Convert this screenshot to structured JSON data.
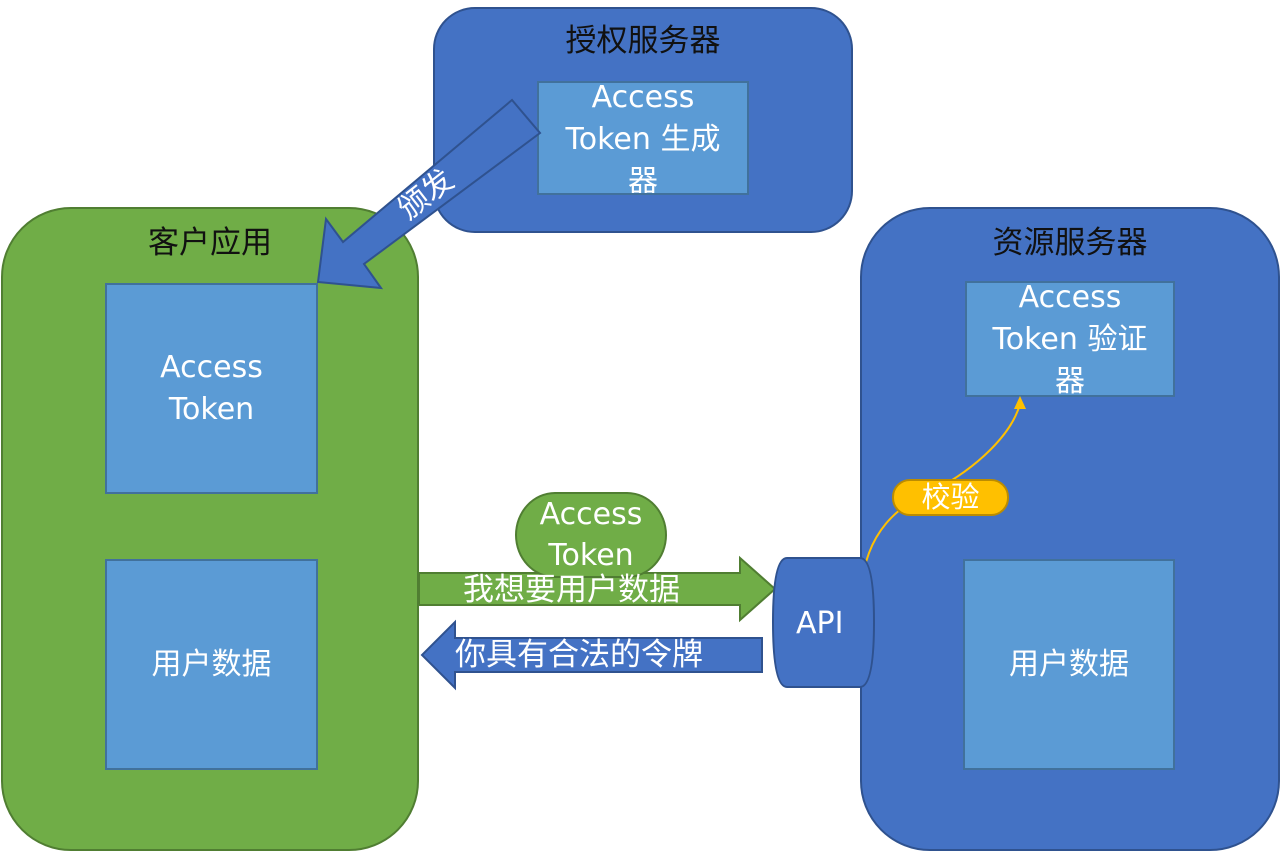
{
  "diagram": {
    "auth_server": {
      "title": "授权服务器",
      "generator": {
        "line1": "Access",
        "line2": "Token 生成",
        "line3": "器"
      }
    },
    "client_app": {
      "title": "客户应用",
      "token_box": {
        "line1": "Access",
        "line2": "Token"
      },
      "user_data": "用户数据"
    },
    "resource_server": {
      "title": "资源服务器",
      "validator": {
        "line1": "Access",
        "line2": "Token 验证",
        "line3": "器"
      },
      "user_data": "用户数据",
      "api": "API"
    },
    "arrows": {
      "issue": "颁发",
      "request": "我想要用户数据",
      "response": "你具有合法的令牌",
      "validate": "校验"
    },
    "token_pill": {
      "line1": "Access",
      "line2": "Token"
    },
    "colors": {
      "blue": "#4472c4",
      "light_blue": "#5b9bd5",
      "green": "#70ad47",
      "yellow": "#ffc000"
    }
  }
}
